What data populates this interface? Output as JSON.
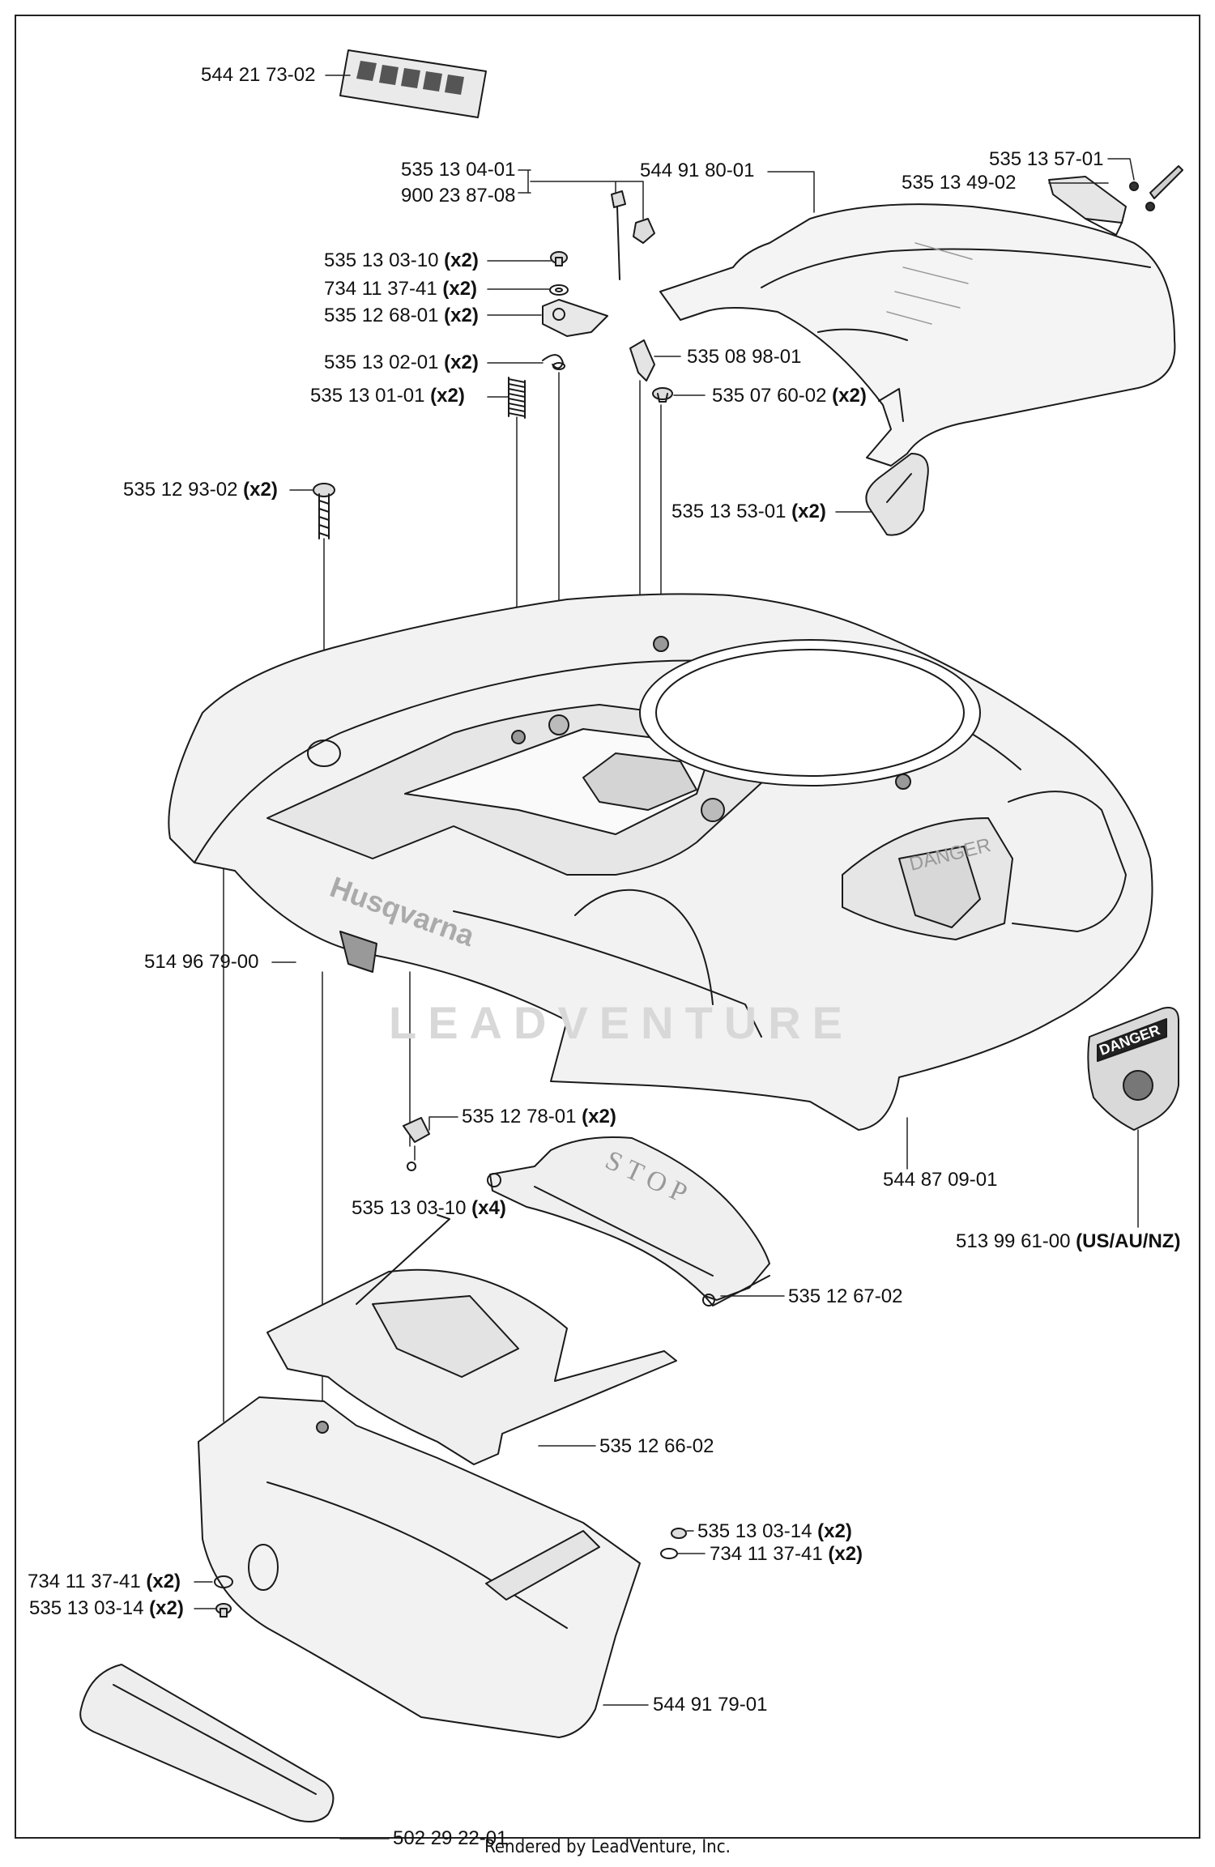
{
  "parts": {
    "decal_set": {
      "num": "544 21 73-02",
      "qty": ""
    },
    "cable_tie": {
      "num": "535 13 04-01",
      "qty": ""
    },
    "cable_tie_alt": {
      "num": "900 23 87-08",
      "qty": ""
    },
    "top_cover": {
      "num": "544 91 80-01",
      "qty": ""
    },
    "pin": {
      "num": "535 13 57-01",
      "qty": ""
    },
    "lid_latch": {
      "num": "535 13 49-02",
      "qty": ""
    },
    "screw_top": {
      "num": "535 13 03-10",
      "qty": "(x2)"
    },
    "washer_top": {
      "num": "734 11 37-41",
      "qty": "(x2)"
    },
    "bracket": {
      "num": "535 12 68-01",
      "qty": "(x2)"
    },
    "clip_sensor": {
      "num": "535 08 98-01",
      "qty": ""
    },
    "spring_clip": {
      "num": "535 13 02-01",
      "qty": "(x2)"
    },
    "grommet": {
      "num": "535 07 60-02",
      "qty": "(x2)"
    },
    "spring": {
      "num": "535 13 01-01",
      "qty": "(x2)"
    },
    "long_screw": {
      "num": "535 12 93-02",
      "qty": "(x2)"
    },
    "hinge": {
      "num": "535 13 53-01",
      "qty": "(x2)"
    },
    "o_ring": {
      "num": "514 96 79-00",
      "qty": ""
    },
    "body": {
      "num": "544 87 09-01",
      "qty": ""
    },
    "stop_hinge": {
      "num": "535 12 78-01",
      "qty": "(x2)"
    },
    "screw_stop": {
      "num": "535 13 03-10",
      "qty": "(x4)"
    },
    "danger_decal": {
      "num": "513 99 61-00",
      "qty": "(US/AU/NZ)"
    },
    "stop_cover": {
      "num": "535 12 67-02",
      "qty": ""
    },
    "display_cover": {
      "num": "535 12 66-02",
      "qty": ""
    },
    "screw_front_r": {
      "num": "535 13 03-14",
      "qty": "(x2)"
    },
    "washer_front_r": {
      "num": "734 11 37-41",
      "qty": "(x2)"
    },
    "washer_front_l": {
      "num": "734 11 37-41",
      "qty": "(x2)"
    },
    "screw_front_l": {
      "num": "535 13 03-14",
      "qty": "(x2)"
    },
    "front_bumper": {
      "num": "544 91 79-01",
      "qty": ""
    },
    "handle": {
      "num": "502 29 22-01",
      "qty": ""
    }
  },
  "drawing_text": {
    "brand": "Husqvarna",
    "stop": "STOP",
    "danger": "DANGER",
    "danger_small": "DANGER",
    "watermark": "LEADVENTURE"
  },
  "footer": "Rendered by LeadVenture, Inc."
}
